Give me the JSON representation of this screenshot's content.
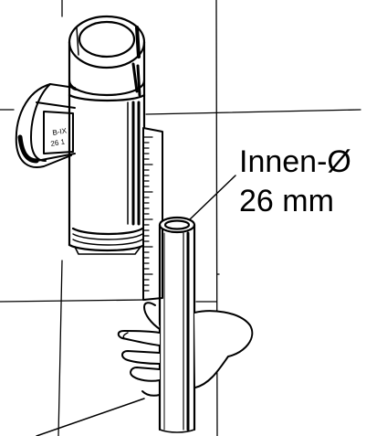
{
  "callout": {
    "line1": "Innen-Ø",
    "line2": "26 mm"
  },
  "fitting_label": {
    "line1": "B-IX",
    "line2": "26 1"
  },
  "colors": {
    "ink": "#000000",
    "paper": "#ffffff",
    "shade": "#444444"
  }
}
